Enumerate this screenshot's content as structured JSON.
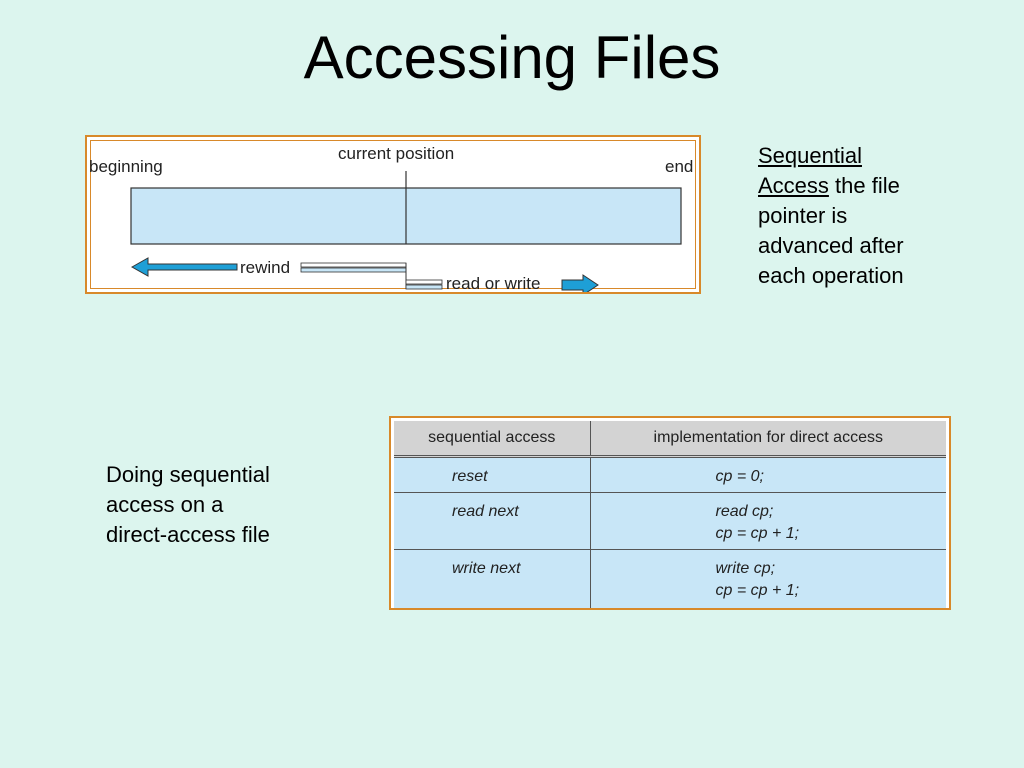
{
  "slide": {
    "title": "Accessing Files"
  },
  "figure1": {
    "label_beginning": "beginning",
    "label_current": "current position",
    "label_end": "end",
    "label_rewind": "rewind",
    "label_rw": "read or write"
  },
  "note1": {
    "term": "Sequential",
    "term2": "Access",
    "text": "the file",
    "line3": "pointer is",
    "line4": "advanced after",
    "line5": "each operation"
  },
  "note2": {
    "line1": "Doing sequential",
    "line2": "access on a",
    "line3": "direct-access file"
  },
  "table": {
    "headers": [
      "sequential access",
      "implementation for direct access"
    ],
    "rows": [
      {
        "op": "reset",
        "impl1": "cp = 0;",
        "impl2": ""
      },
      {
        "op": "read next",
        "impl1": "read cp;",
        "impl2": "cp = cp + 1;"
      },
      {
        "op": "write next",
        "impl1": "write cp;",
        "impl2": "cp = cp + 1;"
      }
    ]
  },
  "colors": {
    "background": "#dcf5ee",
    "frame": "#d8892a",
    "bar_fill": "#c8e6f7",
    "arrow": "#1e9fd6"
  }
}
